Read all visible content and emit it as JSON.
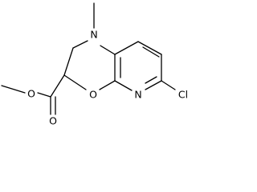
{
  "molecule": {
    "atoms": {
      "n_methyl": "N",
      "o_ring": "O",
      "n_pyridine": "N",
      "chlorine": "Cl",
      "o_carbonyl": "O",
      "o_ester": "O"
    }
  }
}
